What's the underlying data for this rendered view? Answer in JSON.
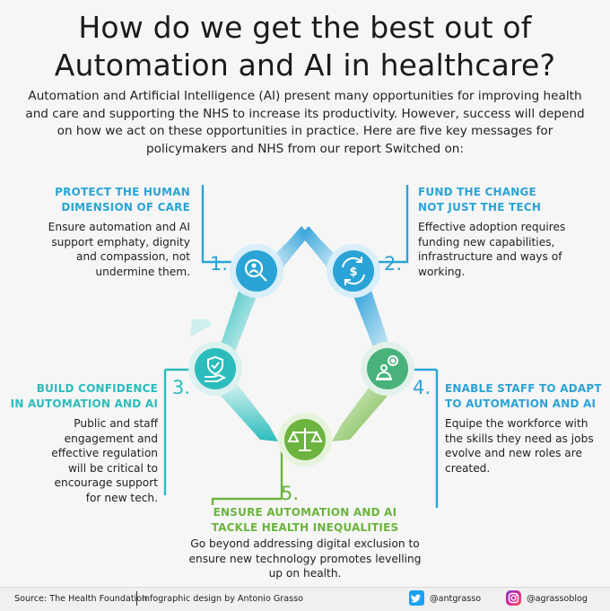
{
  "title": {
    "line1": "How do we get the best out of",
    "line2": "Automation and AI in healthcare?"
  },
  "intro": "Automation and Artificial Intelligence (AI) present many opportunities for improving health and care and supporting the NHS to increase its productivity. However, success will depend on how we act on these opportunities in practice. Here are five key messages for policymakers and NHS from our report Switched on:",
  "messages": [
    {
      "number": "1.",
      "heading_line1": "PROTECT THE HUMAN",
      "heading_line2": "DIMENSION OF CARE",
      "body": "Ensure automation and AI support emphaty, dignity and compassion, not undermine them.",
      "icon": "magnifier-person-icon",
      "color": "#2aa4d6"
    },
    {
      "number": "2.",
      "heading_line1": "FUND THE CHANGE",
      "heading_line2": "NOT JUST THE TECH",
      "body": "Effective adoption requires funding new capabilities, infrastructure and ways of working.",
      "icon": "dollar-cycle-icon",
      "color": "#2aa4d6"
    },
    {
      "number": "3.",
      "heading_line1": "BUILD CONFIDENCE",
      "heading_line2": "IN AUTOMATION AND AI",
      "body": "Public and staff engagement and effective regulation will be critical to encourage support for new tech.",
      "icon": "shield-hand-icon",
      "color": "#2bb8bf"
    },
    {
      "number": "4.",
      "heading_line1": "ENABLE STAFF TO ADAPT",
      "heading_line2": "TO AUTOMATION AND AI",
      "body": "Equipe the workforce with the skills they need as jobs evolve and new roles are created.",
      "icon": "worker-gear-icon",
      "color": "#2aa4d6"
    },
    {
      "number": "5.",
      "heading_line1": "ENSURE AUTOMATION AND AI",
      "heading_line2": "TACKLE HEALTH INEQUALITIES",
      "body": "Go beyond addressing digital exclusion to ensure new technology promotes levelling up on health.",
      "icon": "balance-scale-icon",
      "color": "#6cb33f"
    }
  ],
  "footer": {
    "source": "Source: The Health Foundation",
    "design": "Infographic design by Antonio Grasso",
    "twitter": "@antgrasso",
    "instagram": "@agrassoblog",
    "twitter_icon": "twitter-icon",
    "instagram_icon": "instagram-icon"
  }
}
